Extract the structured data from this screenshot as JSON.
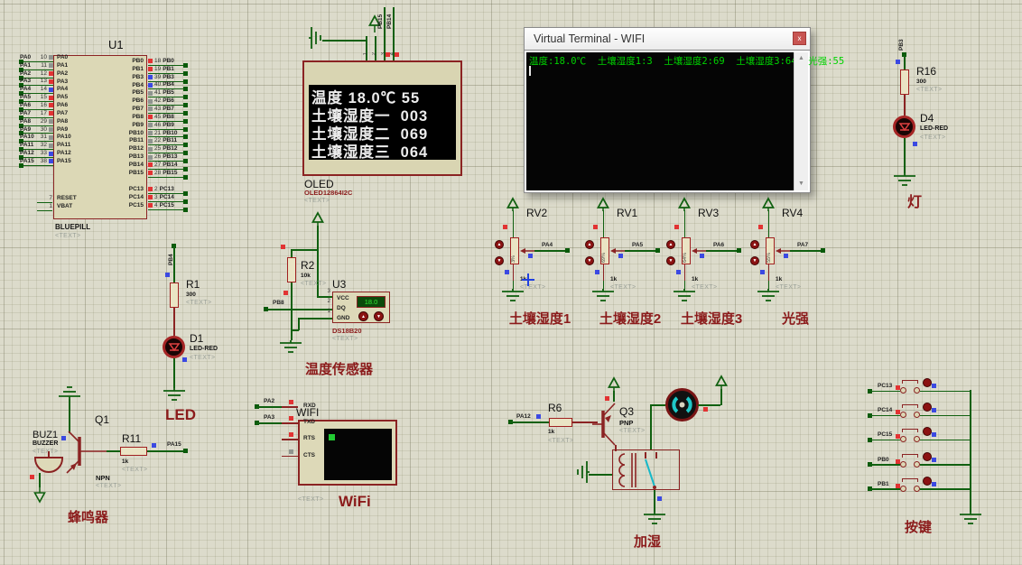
{
  "palette": {
    "wire_green": "#106010",
    "component_red": "#a02020",
    "label_red": "#8b1b1b",
    "terminal_green": "#00d400",
    "state_red": "#e23333",
    "state_blue": "#3b49e2",
    "state_gray": "#8f948f"
  },
  "chip": {
    "ref": "U1",
    "model": "BLUEPILL",
    "text": "<TEXT>",
    "left_pins": [
      {
        "net": "PA0",
        "num": "10",
        "label": "PA0",
        "state": "gray"
      },
      {
        "net": "PA1",
        "num": "11",
        "label": "PA1",
        "state": "gray"
      },
      {
        "net": "PA2",
        "num": "12",
        "label": "PA2",
        "state": "red"
      },
      {
        "net": "PA3",
        "num": "13",
        "label": "PA3",
        "state": "red"
      },
      {
        "net": "PA4",
        "num": "14",
        "label": "PA4",
        "state": "blue"
      },
      {
        "net": "PA5",
        "num": "15",
        "label": "PA5",
        "state": "red"
      },
      {
        "net": "PA6",
        "num": "16",
        "label": "PA6",
        "state": "red"
      },
      {
        "net": "PA7",
        "num": "17",
        "label": "PA7",
        "state": "red"
      },
      {
        "net": "PA8",
        "num": "29",
        "label": "PA8",
        "state": "gray"
      },
      {
        "net": "PA9",
        "num": "30",
        "label": "PA9",
        "state": "gray"
      },
      {
        "net": "PA10",
        "num": "31",
        "label": "PA10",
        "state": "gray"
      },
      {
        "net": "PA11",
        "num": "32",
        "label": "PA11",
        "state": "gray"
      },
      {
        "net": "PA12",
        "num": "33",
        "label": "PA12",
        "state": "blue"
      },
      {
        "net": "PA15",
        "num": "38",
        "label": "PA15",
        "state": "blue"
      }
    ],
    "right_pins": [
      {
        "num": "18",
        "label": "PB0",
        "state": "red"
      },
      {
        "num": "19",
        "label": "PB1",
        "state": "red"
      },
      {
        "num": "39",
        "label": "PB3",
        "state": "blue"
      },
      {
        "num": "40",
        "label": "PB4",
        "state": "blue"
      },
      {
        "num": "41",
        "label": "PB5",
        "state": "gray"
      },
      {
        "num": "42",
        "label": "PB6",
        "state": "gray"
      },
      {
        "num": "43",
        "label": "PB7",
        "state": "gray"
      },
      {
        "num": "45",
        "label": "PB8",
        "state": "red"
      },
      {
        "num": "46",
        "label": "PB9",
        "state": "gray"
      },
      {
        "num": "21",
        "label": "PB10",
        "state": "gray"
      },
      {
        "num": "22",
        "label": "PB11",
        "state": "gray"
      },
      {
        "num": "25",
        "label": "PB12",
        "state": "gray"
      },
      {
        "num": "26",
        "label": "PB13",
        "state": "gray"
      },
      {
        "num": "27",
        "label": "PB14",
        "state": "red"
      },
      {
        "num": "28",
        "label": "PB15",
        "state": "red"
      }
    ],
    "pc_pins": [
      {
        "num": "2",
        "label": "PC13",
        "state": "red"
      },
      {
        "num": "3",
        "label": "PC14",
        "state": "red"
      },
      {
        "num": "4",
        "label": "PC15",
        "state": "red"
      }
    ],
    "bottom_pins": [
      {
        "num": "7",
        "label": "RESET"
      },
      {
        "num": "1",
        "label": "VBAT"
      }
    ]
  },
  "oled": {
    "ref": "OLED",
    "model": "OLED12864I2C",
    "text": "<TEXT>",
    "nets": [
      "PB15",
      "PB14"
    ],
    "pin_cols": [
      {
        "num": "1",
        "name": "GND"
      },
      {
        "num": "2",
        "name": "VCC"
      },
      {
        "num": "3",
        "name": "SCL",
        "state": "red"
      },
      {
        "num": "4",
        "name": "SDA",
        "state": "red"
      }
    ],
    "lines": [
      "温度 18.0℃ 55",
      "土壤湿度一  003",
      "土壤湿度二  069",
      "土壤湿度三  064"
    ]
  },
  "terminal": {
    "title": "Virtual Terminal - WIFI",
    "close_label": "x",
    "line": "温度:18.0℃  土壤湿度1:3  土壤湿度2:69  土壤湿度3:64  光强:55"
  },
  "lamp": {
    "net": "PB3",
    "res_ref": "R16",
    "res_val": "300",
    "res_text": "<TEXT>",
    "led_ref": "D4",
    "led_model": "LED-RED",
    "led_text": "<TEXT>",
    "label": "灯"
  },
  "led1": {
    "net": "PB4",
    "res_ref": "R1",
    "res_val": "300",
    "res_text": "<TEXT>",
    "led_ref": "D1",
    "led_model": "LED-RED",
    "led_text": "<TEXT>",
    "label": "LED"
  },
  "pots": [
    {
      "ref": "RV2",
      "net": "PA4",
      "value": "1k",
      "percent": "3%",
      "text": "<TEXT>",
      "label": "土壤湿度1"
    },
    {
      "ref": "RV1",
      "net": "PA5",
      "value": "1k",
      "percent": "69%",
      "text": "<TEXT>",
      "label": "土壤湿度2"
    },
    {
      "ref": "RV3",
      "net": "PA6",
      "value": "1k",
      "percent": "64%",
      "text": "<TEXT>",
      "label": "土壤湿度3"
    },
    {
      "ref": "RV4",
      "net": "PA7",
      "value": "1k",
      "percent": "55%",
      "text": "<TEXT>",
      "label": "光强"
    }
  ],
  "temp": {
    "res_ref": "R2",
    "res_val": "10k",
    "res_text": "<TEXT>",
    "ref": "U3",
    "model": "DS18B20",
    "text": "<TEXT>",
    "net": "PB8",
    "display": "18.0",
    "pins": [
      {
        "num": "3",
        "name": "VCC"
      },
      {
        "num": "2",
        "name": "DQ"
      },
      {
        "num": "1",
        "name": "GND"
      }
    ],
    "label": "温度传感器"
  },
  "buzzer": {
    "ref": "BUZ1",
    "model": "BUZZER",
    "text": "<TEXT>",
    "q_ref": "Q1",
    "q_model": "NPN",
    "q_text": "<TEXT>",
    "res_ref": "R11",
    "res_val": "1k",
    "res_text": "<TEXT>",
    "net": "PA15",
    "label": "蜂鸣器"
  },
  "wifi": {
    "ref": "WIFI",
    "text": "<TEXT>",
    "label": "WiFi",
    "pins": [
      {
        "name": "RXD",
        "state": "red",
        "net": "PA2"
      },
      {
        "name": "TXD",
        "state": "red",
        "net": "PA3"
      },
      {
        "name": "RTS",
        "state": "red",
        "net": ""
      },
      {
        "name": "CTS",
        "state": "gray",
        "net": ""
      }
    ]
  },
  "humid": {
    "net": "PA12",
    "res_ref": "R6",
    "res_val": "1k",
    "res_text": "<TEXT>",
    "q_ref": "Q3",
    "q_model": "PNP",
    "q_text": "<TEXT>",
    "label": "加湿"
  },
  "keys": {
    "label": "按键",
    "rows": [
      {
        "net": "PC13",
        "state": "red"
      },
      {
        "net": "PC14",
        "state": "red"
      },
      {
        "net": "PC15",
        "state": "red"
      },
      {
        "net": "PB0",
        "state": "red"
      },
      {
        "net": "PB1",
        "state": "red"
      }
    ]
  }
}
